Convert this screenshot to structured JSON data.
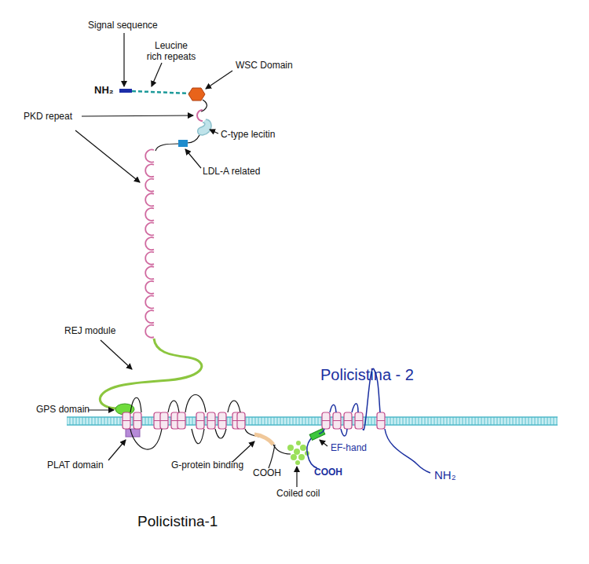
{
  "diagram": {
    "labels": [
      "Signal sequence",
      "Leucine rich repeats",
      "WSC Domain",
      "NH₂",
      "PKD repeat",
      "C-type lecitin",
      "LDL-A related",
      "REJ module",
      "Policistina - 2",
      "GPS domain",
      "EF-hand",
      "PLAT domain",
      "G-protein binding",
      "COOH",
      "COOH",
      "NH₂",
      "Coiled coil",
      "Policistina-1"
    ]
  }
}
